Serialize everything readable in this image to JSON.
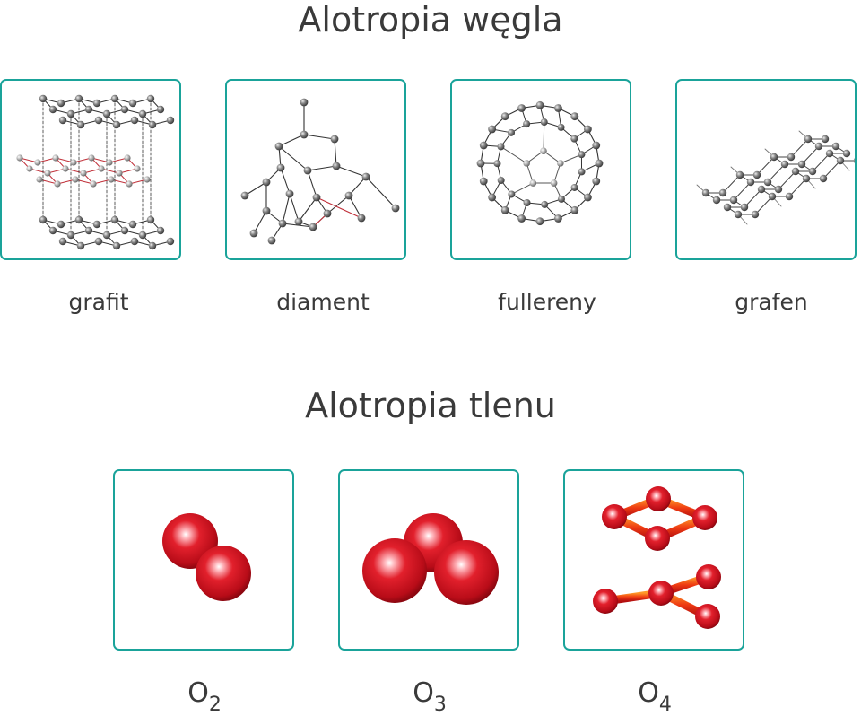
{
  "carbon": {
    "title": "Alotropia węgla",
    "items": [
      {
        "label": "grafit"
      },
      {
        "label": "diament"
      },
      {
        "label": "fullereny"
      },
      {
        "label": "grafen"
      }
    ]
  },
  "oxygen": {
    "title": "Alotropia tlenu",
    "items": [
      {
        "symbol": "O",
        "subscript": "2"
      },
      {
        "symbol": "O",
        "subscript": "3"
      },
      {
        "symbol": "O",
        "subscript": "4"
      }
    ]
  },
  "colors": {
    "frame": "#1aa39a",
    "carbon_atom": "#7a7a7a",
    "oxygen_atom": "#d8121f",
    "text": "#3a3a3a"
  }
}
